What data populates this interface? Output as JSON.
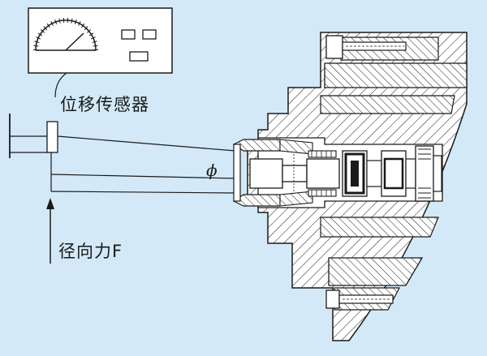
{
  "labels": {
    "sensor": "位移传感器",
    "force": "径向力F",
    "phi": "ϕ"
  },
  "colors": {
    "background": "#d3e9f8",
    "line": "#1a1a1a",
    "panel": "#ffffff",
    "part": "#ffffff"
  }
}
